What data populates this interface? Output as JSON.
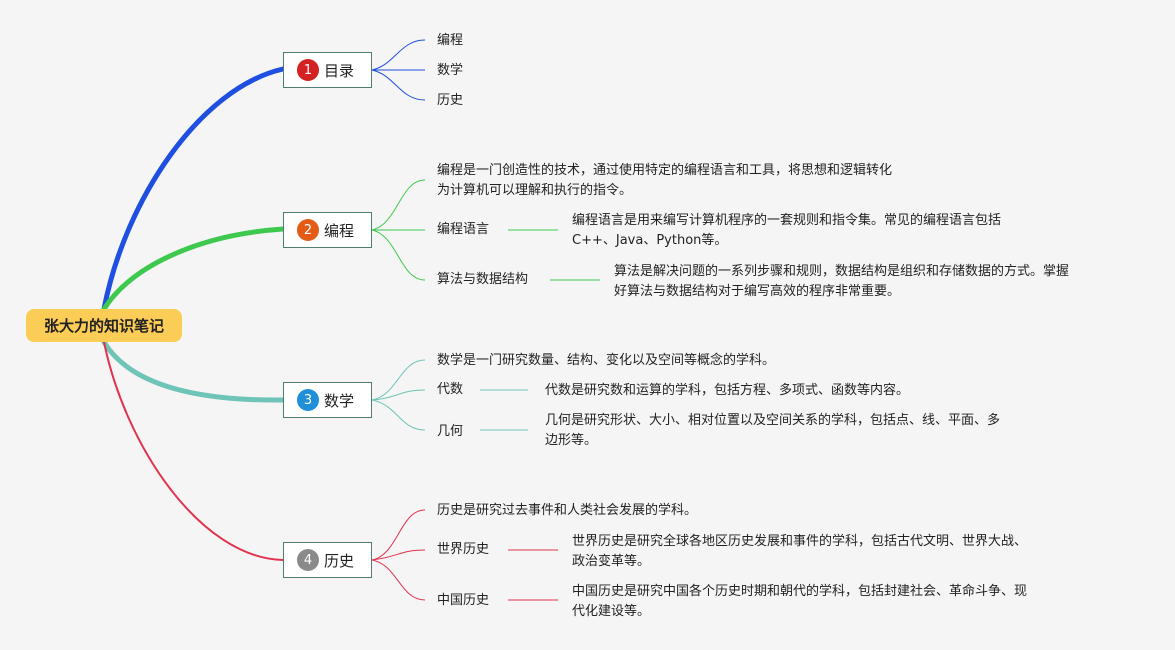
{
  "root": {
    "label": "张大力的知识笔记"
  },
  "colors": {
    "branch1": "#1f4fe0",
    "branch2": "#3ec94e",
    "branch3": "#6ec4b6",
    "branch4": "#e0334e",
    "badge1": "#d42121",
    "badge2": "#e35b17",
    "badge3": "#1f90d8",
    "badge4": "#8a8a8a"
  },
  "branches": [
    {
      "number": "1",
      "label": "目录",
      "children": [
        {
          "text": "编程"
        },
        {
          "text": "数学"
        },
        {
          "text": "历史"
        }
      ]
    },
    {
      "number": "2",
      "label": "编程",
      "intro_lines": [
        "编程是一门创造性的技术，通过使用特定的编程语言和工具，将思想和逻辑转化",
        "为计算机可以理解和执行的指令。"
      ],
      "children": [
        {
          "label": "编程语言",
          "detail_lines": [
            "编程语言是用来编写计算机程序的一套规则和指令集。常见的编程语言包括",
            "C++、Java、Python等。"
          ]
        },
        {
          "label": "算法与数据结构",
          "detail_lines": [
            "算法是解决问题的一系列步骤和规则，数据结构是组织和存储数据的方式。掌握",
            "好算法与数据结构对于编写高效的程序非常重要。"
          ]
        }
      ]
    },
    {
      "number": "3",
      "label": "数学",
      "intro_lines": [
        "数学是一门研究数量、结构、变化以及空间等概念的学科。"
      ],
      "children": [
        {
          "label": "代数",
          "detail_lines": [
            "代数是研究数和运算的学科，包括方程、多项式、函数等内容。"
          ]
        },
        {
          "label": "几何",
          "detail_lines": [
            "几何是研究形状、大小、相对位置以及空间关系的学科，包括点、线、平面、多",
            "边形等。"
          ]
        }
      ]
    },
    {
      "number": "4",
      "label": "历史",
      "intro_lines": [
        "历史是研究过去事件和人类社会发展的学科。"
      ],
      "children": [
        {
          "label": "世界历史",
          "detail_lines": [
            "世界历史是研究全球各地区历史发展和事件的学科，包括古代文明、世界大战、",
            "政治变革等。"
          ]
        },
        {
          "label": "中国历史",
          "detail_lines": [
            "中国历史是研究中国各个历史时期和朝代的学科，包括封建社会、革命斗争、现",
            "代化建设等。"
          ]
        }
      ]
    }
  ]
}
